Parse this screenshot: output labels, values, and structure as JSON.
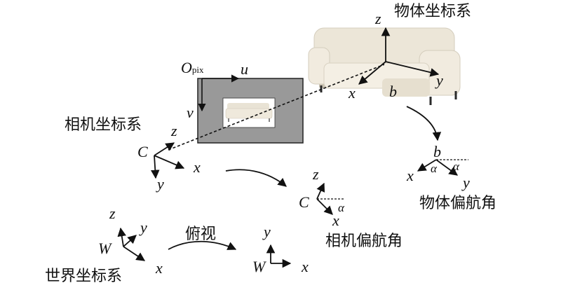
{
  "colors": {
    "ink": "#111111",
    "image_plane": "#999999",
    "sofa": "#ece6d8",
    "sofa_shadow": "#c9c2b1",
    "sofa_legs": "#2a2a2a"
  },
  "object_frame": {
    "title": "物体坐标系",
    "z": "z",
    "x": "x",
    "y": "y",
    "b": "b"
  },
  "image_plane": {
    "origin": "O",
    "origin_sub": "pix",
    "u": "u",
    "v": "v"
  },
  "camera_frame": {
    "title": "相机坐标系",
    "origin": "C",
    "z": "z",
    "x": "x",
    "y": "y"
  },
  "object_yaw": {
    "title": "物体偏航角",
    "b": "b",
    "alpha1": "α",
    "alpha2": "α",
    "x": "x",
    "y": "y"
  },
  "camera_yaw": {
    "title": "相机偏航角",
    "origin": "C",
    "z": "z",
    "alpha": "α",
    "x": "x"
  },
  "world_frame": {
    "title": "世界坐标系",
    "origin": "W",
    "z": "z",
    "y": "y",
    "x": "x"
  },
  "top_view": {
    "label": "俯视",
    "origin": "W",
    "y": "y",
    "x": "x"
  }
}
